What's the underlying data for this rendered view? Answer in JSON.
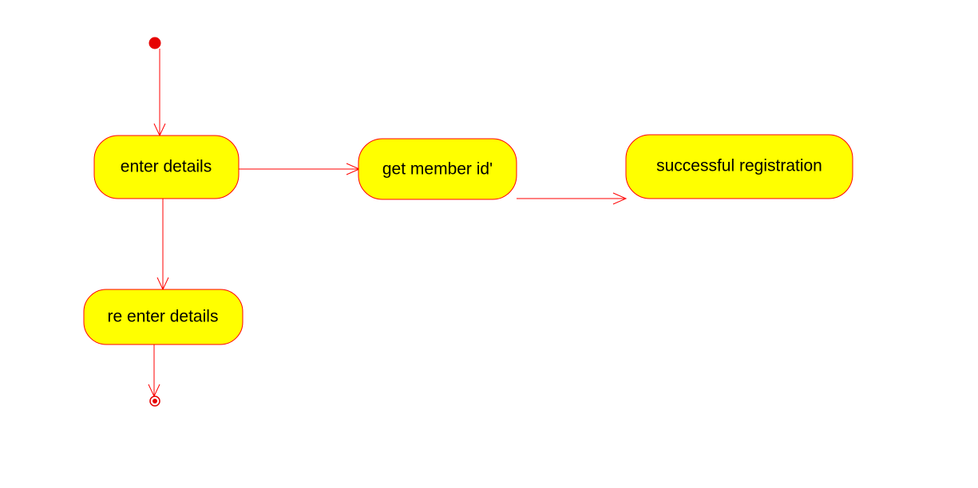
{
  "diagram": {
    "type": "activity",
    "colors": {
      "line": "#ff0000",
      "node_fill": "#ffff00",
      "text": "#000000",
      "background": "#ffffff"
    },
    "nodes": {
      "start": {
        "kind": "initial"
      },
      "enter_details": {
        "kind": "action",
        "label": "enter details"
      },
      "get_member_id": {
        "kind": "action",
        "label": "get member id'"
      },
      "successful_registration": {
        "kind": "action",
        "label": "successful registration"
      },
      "re_enter_details": {
        "kind": "action",
        "label": "re enter details"
      },
      "end": {
        "kind": "final"
      }
    },
    "edges": [
      {
        "from": "start",
        "to": "enter_details"
      },
      {
        "from": "enter_details",
        "to": "get_member_id"
      },
      {
        "from": "get_member_id",
        "to": "successful_registration"
      },
      {
        "from": "enter_details",
        "to": "re_enter_details"
      },
      {
        "from": "re_enter_details",
        "to": "end"
      }
    ]
  }
}
